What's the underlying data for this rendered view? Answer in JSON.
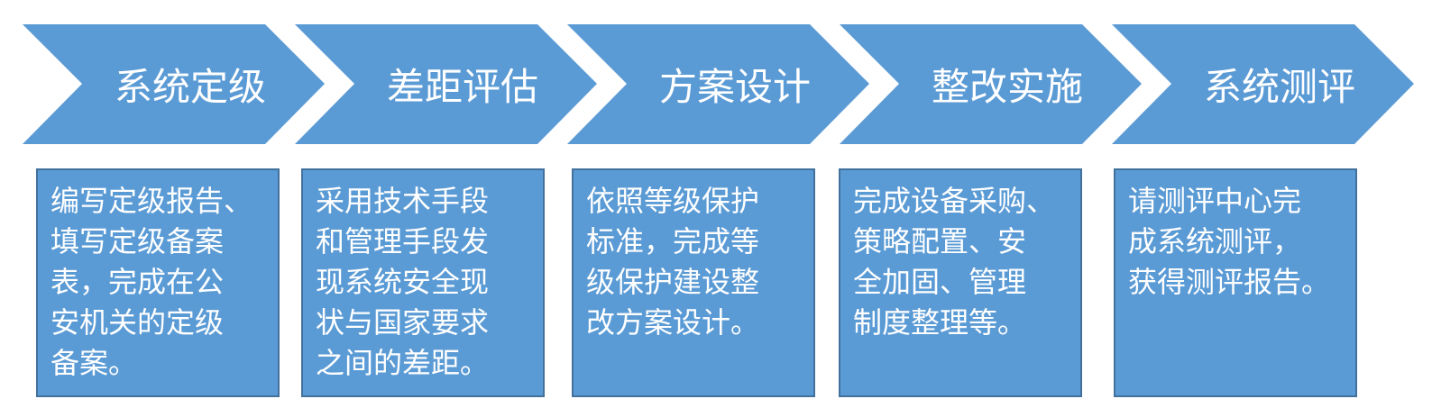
{
  "colors": {
    "fill": "#5b9bd5",
    "border": "#41719c",
    "text": "#ffffff"
  },
  "steps": [
    {
      "title": "系统定级",
      "lines": [
        "编写定级报告、",
        "填写定级备案",
        "表，完成在公",
        "安机关的定级",
        "备案。"
      ]
    },
    {
      "title": "差距评估",
      "lines": [
        "采用技术手段",
        "和管理手段发",
        "现系统安全现",
        "状与国家要求",
        "之间的差距。"
      ]
    },
    {
      "title": "方案设计",
      "lines": [
        "依照等级保护",
        "标准，完成等",
        "级保护建设整",
        "改方案设计。"
      ]
    },
    {
      "title": "整改实施",
      "lines": [
        "完成设备采购、",
        "策略配置、安",
        "全加固、管理",
        "制度整理等。"
      ]
    },
    {
      "title": "系统测评",
      "lines": [
        "请测评中心完",
        "成系统测评，",
        "获得测评报告。"
      ]
    }
  ]
}
